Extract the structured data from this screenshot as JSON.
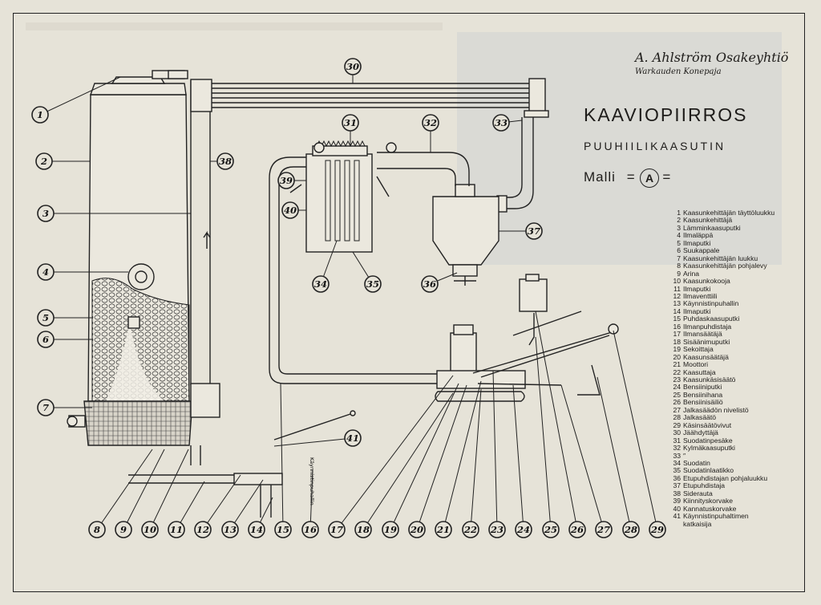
{
  "header": {
    "company": "A. Ahlström Osakeyhtiö",
    "division": "Warkauden Konepaja",
    "title": "KAAVIOPIIRROS",
    "subtitle": "PUUHIILIKAASUTIN",
    "model_label": "Malli",
    "model_mark": "A",
    "model_sep_left": "=",
    "model_sep_right": "="
  },
  "legend": [
    {
      "n": "1",
      "text": "Kaasunkehittäjän täyttöluukku"
    },
    {
      "n": "2",
      "text": "Kaasunkehittäjä"
    },
    {
      "n": "3",
      "text": "Lämminkaasuputki"
    },
    {
      "n": "4",
      "text": "Ilmaläppä"
    },
    {
      "n": "5",
      "text": "Ilmaputki"
    },
    {
      "n": "6",
      "text": "Suukappale"
    },
    {
      "n": "7",
      "text": "Kaasunkehittäjän luukku"
    },
    {
      "n": "8",
      "text": "Kaasunkehittäjän pohjalevy"
    },
    {
      "n": "9",
      "text": "Arina"
    },
    {
      "n": "10",
      "text": "Kaasunkokooja"
    },
    {
      "n": "11",
      "text": "Ilmaputki"
    },
    {
      "n": "12",
      "text": "Ilmaventtiili"
    },
    {
      "n": "13",
      "text": "Käynnistinpuhallin"
    },
    {
      "n": "14",
      "text": "Ilmaputki"
    },
    {
      "n": "15",
      "text": "Puhdaskaasuputki"
    },
    {
      "n": "16",
      "text": "Ilmanpuhdistaja"
    },
    {
      "n": "17",
      "text": "Ilmansäätäjä"
    },
    {
      "n": "18",
      "text": "Sisäänimuputki"
    },
    {
      "n": "19",
      "text": "Sekoittaja"
    },
    {
      "n": "20",
      "text": "Kaasunsäätäjä"
    },
    {
      "n": "21",
      "text": "Moottori"
    },
    {
      "n": "22",
      "text": "Kaasuttaja"
    },
    {
      "n": "23",
      "text": "Kaasunkäsisäätö"
    },
    {
      "n": "24",
      "text": "Bensiiniputki"
    },
    {
      "n": "25",
      "text": "Bensiinihana"
    },
    {
      "n": "26",
      "text": "Bensiinisäiliö"
    },
    {
      "n": "27",
      "text": "Jalkasäädön nivelistö"
    },
    {
      "n": "28",
      "text": "Jalkasäätö"
    },
    {
      "n": "29",
      "text": "Käsinsäätövivut"
    },
    {
      "n": "30",
      "text": "Jäähdyttäjä"
    },
    {
      "n": "31",
      "text": "Suodatinpesäke"
    },
    {
      "n": "32",
      "text": "Kylmäkaasuputki"
    },
    {
      "n": "33",
      "text": "″"
    },
    {
      "n": "34",
      "text": "Suodatin"
    },
    {
      "n": "35",
      "text": "Suodatinlaatikko"
    },
    {
      "n": "36",
      "text": "Etupuhdistajan pohjaluukku"
    },
    {
      "n": "37",
      "text": "Etupuhdistaja"
    },
    {
      "n": "38",
      "text": "Siderauta"
    },
    {
      "n": "39",
      "text": "Kiinnityskorvake"
    },
    {
      "n": "40",
      "text": "Kannatuskorvake"
    },
    {
      "n": "41",
      "text": "Käynnistinpuhaltimen",
      "cont": "katkaisija"
    }
  ],
  "callouts": [
    "1",
    "2",
    "3",
    "4",
    "5",
    "6",
    "7",
    "8",
    "9",
    "10",
    "11",
    "12",
    "13",
    "14",
    "15",
    "16",
    "17",
    "18",
    "19",
    "20",
    "21",
    "22",
    "23",
    "24",
    "25",
    "26",
    "27",
    "28",
    "29",
    "30",
    "31",
    "32",
    "33",
    "34",
    "35",
    "36",
    "37",
    "38",
    "39",
    "40",
    "41"
  ],
  "vertical_stamp": "Käynnistinpuhallin"
}
